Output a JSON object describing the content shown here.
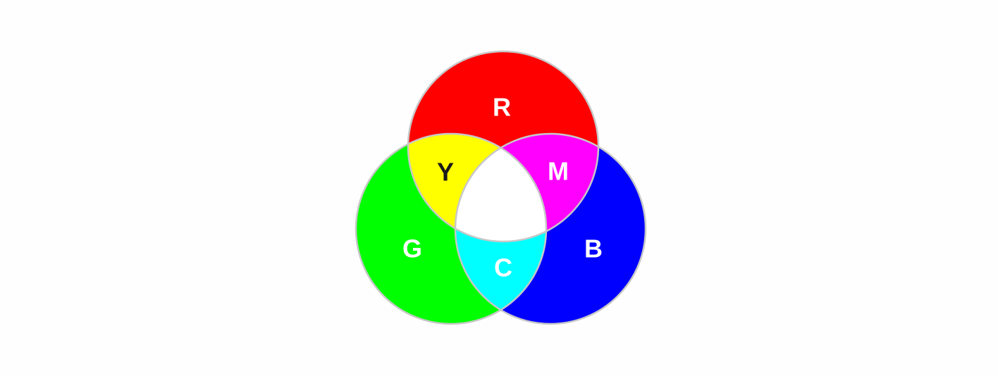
{
  "diagram": {
    "regions": [
      {
        "key": "r",
        "label": "R",
        "fill": "#ff0000",
        "text_color": "#ffffff"
      },
      {
        "key": "g",
        "label": "G",
        "fill": "#00ff00",
        "text_color": "#ffffff"
      },
      {
        "key": "b",
        "label": "B",
        "fill": "#0000ff",
        "text_color": "#ffffff"
      },
      {
        "key": "y",
        "label": "Y",
        "fill": "#ffff00",
        "text_color": "#1a1a1a"
      },
      {
        "key": "m",
        "label": "M",
        "fill": "#ff00ff",
        "text_color": "#ffffff"
      },
      {
        "key": "c",
        "label": "C",
        "fill": "#00ffff",
        "text_color": "#ffffff"
      },
      {
        "key": "w",
        "fill": "#ffffff"
      }
    ],
    "outline_color": "#c8c8c8"
  }
}
